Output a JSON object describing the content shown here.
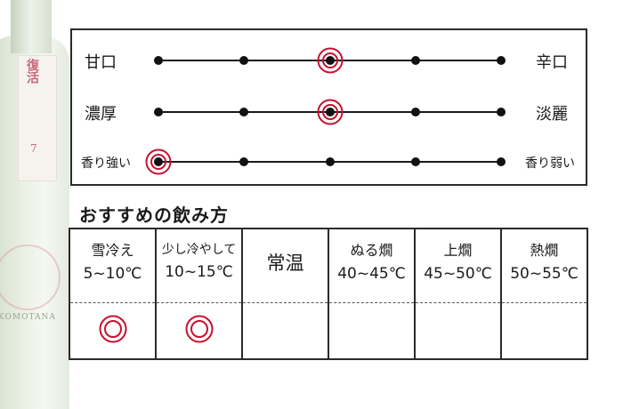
{
  "taste_chart": {
    "rows": [
      {
        "left": "甘口",
        "right": "辛口",
        "level": 0.5
      },
      {
        "left": "濃厚",
        "right": "淡麗",
        "level": 0.5
      },
      {
        "left": "香り強い",
        "right": "香り弱い",
        "level": 0.0
      }
    ],
    "scale_points": 5
  },
  "recommend": {
    "title": "おすすめの飲み方",
    "columns": [
      {
        "name": "雪冷え",
        "temp": "5~10℃",
        "recommended": true
      },
      {
        "name": "少し冷やして",
        "temp": "10~15℃",
        "recommended": true
      },
      {
        "name": "常温",
        "temp": "",
        "recommended": false
      },
      {
        "name": "ぬる燗",
        "temp": "40~45℃",
        "recommended": false
      },
      {
        "name": "上燗",
        "temp": "45~50℃",
        "recommended": false
      },
      {
        "name": "熱燗",
        "temp": "50~55℃",
        "recommended": false
      }
    ]
  },
  "bottle": {
    "label_text": "復活",
    "label_number": "7",
    "brand": "KOMOTANA"
  },
  "colors": {
    "mark": "#c8102e",
    "line": "#1a1a1a"
  }
}
